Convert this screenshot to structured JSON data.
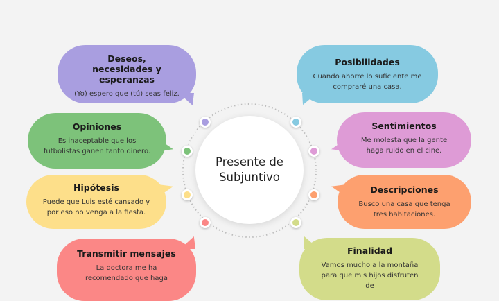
{
  "center_title": "Presente de Subjuntivo",
  "bubbles": [
    {
      "title": "Deseos, necesidades y esperanzas",
      "example": "(Yo) espero que (tú) seas feliz.",
      "color": "#a99ee0"
    },
    {
      "title": "Posibilidades",
      "example": "Cuando ahorre lo suficiente me compraré una casa.",
      "color": "#86cae1"
    },
    {
      "title": "Opiniones",
      "example": "Es inaceptable que los futbolistas ganen tanto dinero.",
      "color": "#7dc27a"
    },
    {
      "title": "Sentimientos",
      "example": "Me molesta que la gente haga ruido en el cine.",
      "color": "#de9bd6"
    },
    {
      "title": "Hipótesis",
      "example": "Puede que Luis esté cansado y por eso no venga a la fiesta.",
      "color": "#fddf8a"
    },
    {
      "title": "Descripciones",
      "example": "Busco una casa que tenga tres habitaciones.",
      "color": "#fda06f"
    },
    {
      "title": "Transmitir mensajes",
      "example": "La doctora me ha recomendado que haga",
      "color": "#fb8786"
    },
    {
      "title": "Finalidad",
      "example": "Vamos mucho a la montaña para que mis hijos disfruten de",
      "color": "#d3dc8a"
    }
  ]
}
